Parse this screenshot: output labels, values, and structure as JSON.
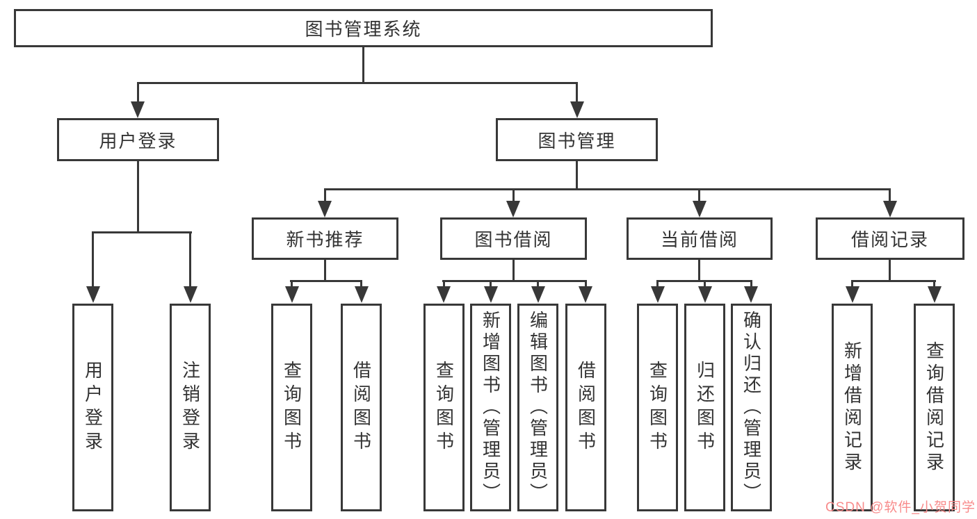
{
  "title": "图书管理系统",
  "branches": [
    {
      "label": "用户登录",
      "children": [
        {
          "label": "用户登录"
        },
        {
          "label": "注销登录"
        }
      ]
    },
    {
      "label": "图书管理",
      "children": [
        {
          "label": "新书推荐",
          "children": [
            {
              "label": "查询图书"
            },
            {
              "label": "借阅图书"
            }
          ]
        },
        {
          "label": "图书借阅",
          "children": [
            {
              "label": "查询图书"
            },
            {
              "label": "新增图书（管理员）"
            },
            {
              "label": "编辑图书（管理员）"
            },
            {
              "label": "借阅图书"
            }
          ]
        },
        {
          "label": "当前借阅",
          "children": [
            {
              "label": "查询图书"
            },
            {
              "label": "归还图书"
            },
            {
              "label": "确认归还（管理员）"
            }
          ]
        },
        {
          "label": "借阅记录",
          "children": [
            {
              "label": "新增借阅记录"
            },
            {
              "label": "查询借阅记录"
            }
          ]
        }
      ]
    }
  ],
  "watermark": "CSDN @软件_小贺同学",
  "colors": {
    "line": "#383838",
    "text": "#333333",
    "watermark": "#f88b8b",
    "background": "#ffffff"
  }
}
